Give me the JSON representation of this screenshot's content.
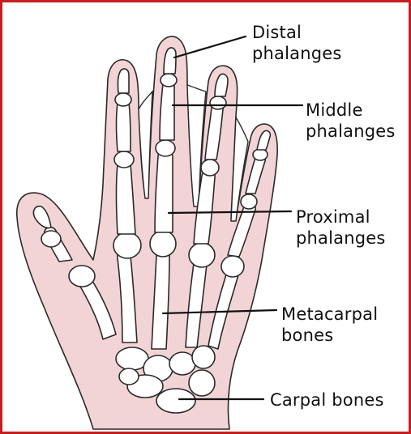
{
  "colors": {
    "frame": "#c41e1e",
    "skin_fill": "#f3d4d6",
    "outline": "#2a2a2a",
    "bone_fill": "#ffffff",
    "label_text": "#111111"
  },
  "labels": {
    "distal": {
      "line1": "Distal",
      "line2": "phalanges"
    },
    "middle": {
      "line1": "Middle",
      "line2": "phalanges"
    },
    "proximal": {
      "line1": "Proximal",
      "line2": "phalanges"
    },
    "metacarpal": {
      "line1": "Metacarpal",
      "line2": "bones"
    },
    "carpal": {
      "line1": "Carpal bones"
    }
  }
}
